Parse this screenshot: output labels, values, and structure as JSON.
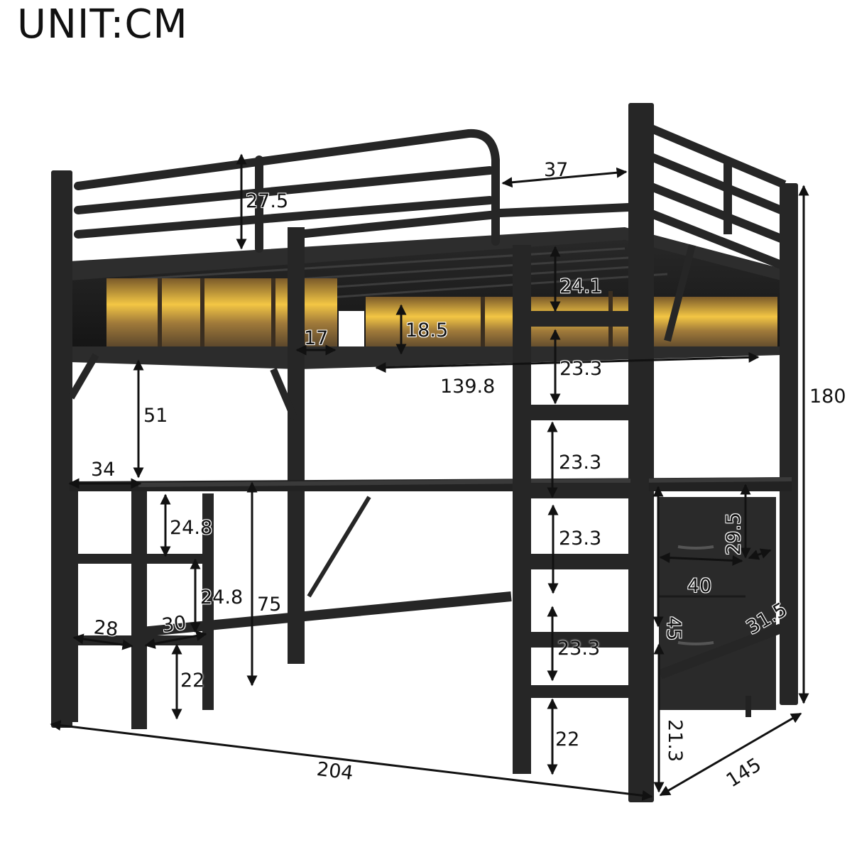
{
  "title": "UNIT:CM",
  "colors": {
    "frame": "#2b2b2b",
    "frame_dark": "#1c1c1c",
    "frame_light": "#3a3a3a",
    "shelf_wood": "#5a4630",
    "led_glow": "#f3c644",
    "dimension_line": "#111111",
    "background": "#ffffff"
  },
  "product": "Metal loft bed with desk, LED storage shelves, ladder and fabric drawers",
  "dimensions": {
    "guardrail_height": "27.5",
    "guardrail_opening": "37",
    "under_bed_clearance_top": "24.1",
    "shelf_height": "18.5",
    "shelf_cubby_width": "17",
    "shelf_length": "139.8",
    "ladder_step_1": "23.3",
    "ladder_step_2": "23.3",
    "ladder_step_3": "23.3",
    "ladder_step_4": "23.3",
    "ladder_bottom": "22",
    "desk_to_bed": "51",
    "desk_side_depth": "34",
    "side_shelf_gap_1": "24.8",
    "side_shelf_gap_2": "24.8",
    "desk_height": "75",
    "bottom_shelf_width_1": "28",
    "bottom_shelf_width_2": "30",
    "bottom_shelf_clearance": "22",
    "drawer_height": "29.5",
    "drawer_width": "40",
    "drawer_depth": "31.5",
    "drawer_unit_height": "45",
    "drawer_floor_clearance": "21.3",
    "overall_height": "180",
    "overall_length": "204",
    "overall_width": "145"
  }
}
